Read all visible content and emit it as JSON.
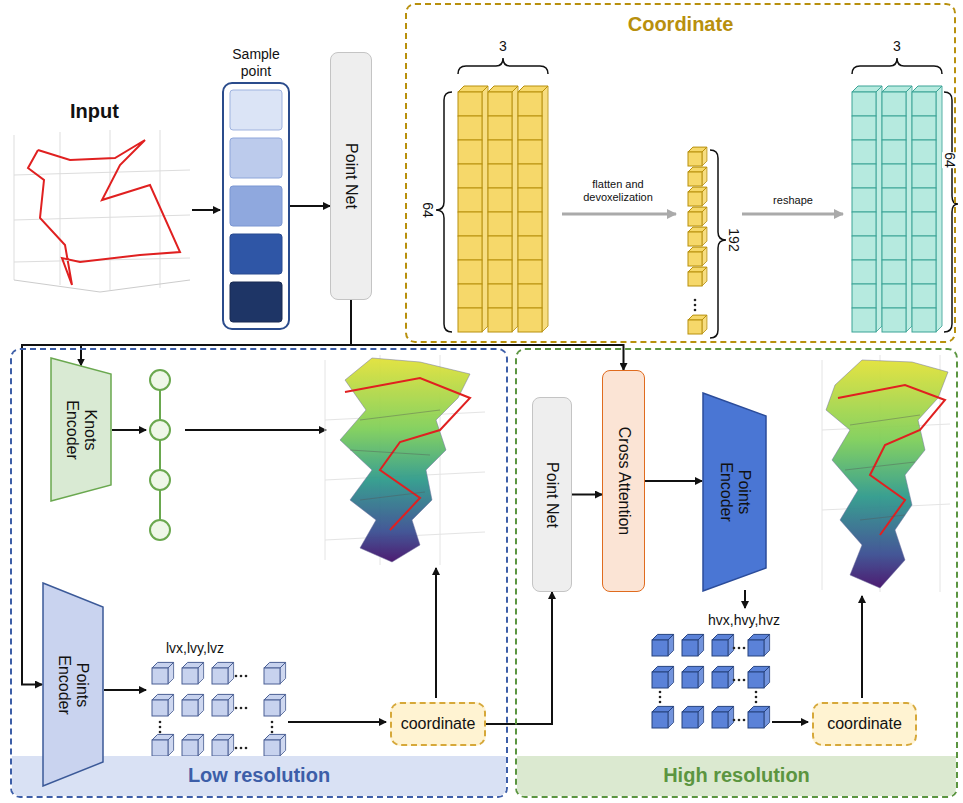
{
  "diagram": {
    "nodes": [
      {
        "text": [
          "Coordinate"
        ]
      },
      {
        "text": [
          "Sample point"
        ]
      },
      {
        "text": [
          "Point Net"
        ]
      },
      {
        "text": [
          "Low resolution"
        ]
      },
      {
        "text": [
          "Knots Encoder"
        ],
        "in": 3
      },
      {
        "text": [
          "Points Encoder"
        ],
        "in": 3
      },
      {
        "text": [
          "coordinate"
        ],
        "in": 3
      },
      {
        "text": [
          "High resolution"
        ]
      },
      {
        "text": [
          "Point Net"
        ],
        "in": 7
      },
      {
        "text": [
          "Cross Attention"
        ],
        "in": 7
      },
      {
        "text": [
          "Points Encoder"
        ],
        "in": 7
      },
      {
        "text": [
          "coordinate"
        ],
        "in": 7
      }
    ],
    "edges": [
      {
        "from": 1,
        "to": 2,
        "arrow": "to"
      },
      {
        "from": 2,
        "to": 4,
        "arrow": "to"
      },
      {
        "from": 2,
        "to": 5,
        "arrow": "to"
      },
      {
        "from": 2,
        "to": 9,
        "arrow": "to"
      },
      {
        "from": 6,
        "to": 8,
        "arrow": "to"
      },
      {
        "from": 8,
        "to": 9,
        "arrow": "to"
      },
      {
        "from": 9,
        "to": 10,
        "arrow": "to"
      }
    ],
    "labels": [
      "Input",
      "3",
      "64",
      "flatten and devoxelization",
      "192",
      "reshape",
      "3",
      "64",
      "lvx,lvy,lvz",
      "hvx,hvy,hvz"
    ]
  }
}
